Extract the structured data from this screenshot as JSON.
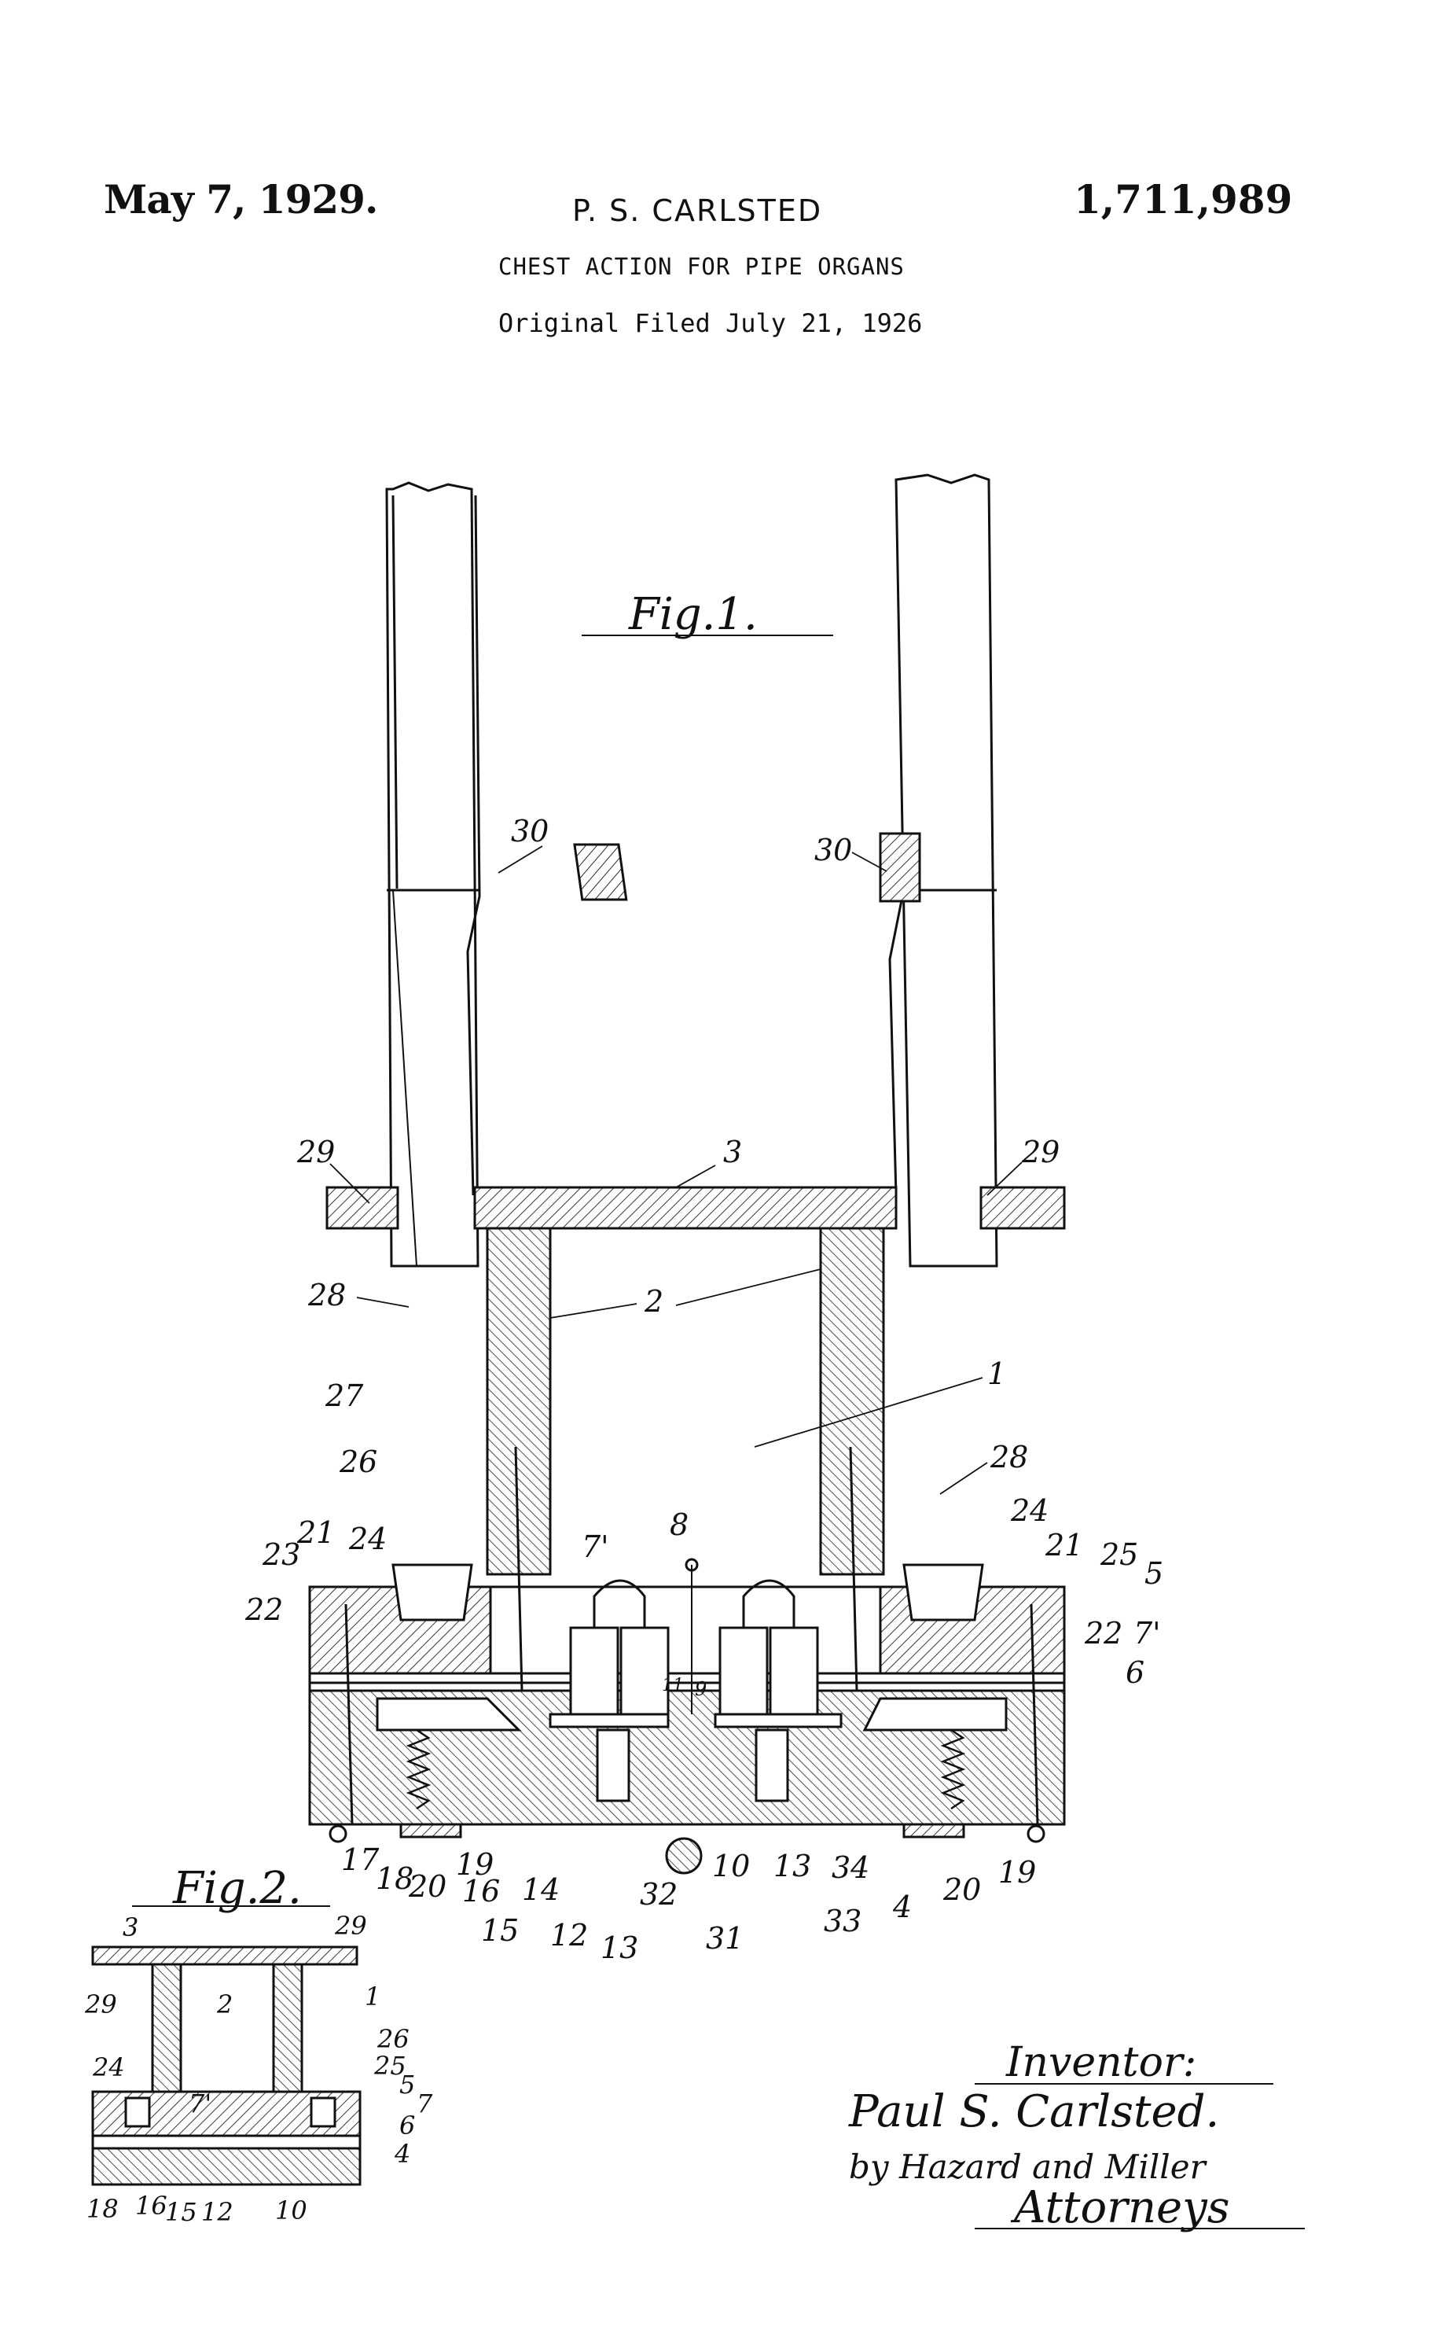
{
  "header": {
    "date": "May 7, 1929.",
    "inventor_name": "P. S. CARLSTED",
    "patent_number": "1,711,989",
    "title": "CHEST ACTION FOR PIPE ORGANS",
    "filed": "Original Filed July 21, 1926"
  },
  "figures": {
    "fig1_label": "Fig.1.",
    "fig2_label": "Fig.2."
  },
  "fig1_refs": [
    "30",
    "30",
    "29",
    "3",
    "29",
    "28",
    "2",
    "1",
    "28",
    "27",
    "26",
    "21",
    "24",
    "23",
    "22",
    "7'",
    "8",
    "24",
    "21",
    "25",
    "5",
    "22",
    "7'",
    "6",
    "11",
    "9",
    "17",
    "18",
    "20",
    "19",
    "16",
    "14",
    "15",
    "12",
    "13",
    "32",
    "31",
    "10",
    "13",
    "34",
    "33",
    "4",
    "20",
    "19"
  ],
  "fig2_refs": [
    "3",
    "29",
    "29",
    "2",
    "1",
    "26",
    "24",
    "25",
    "5",
    "7'",
    "7",
    "6",
    "4",
    "18",
    "16",
    "15",
    "12",
    "10"
  ],
  "signature": {
    "heading": "Inventor:",
    "name": "Paul S. Carlsted.",
    "by": "by Hazard and Miller",
    "attorneys": "Attorneys"
  }
}
